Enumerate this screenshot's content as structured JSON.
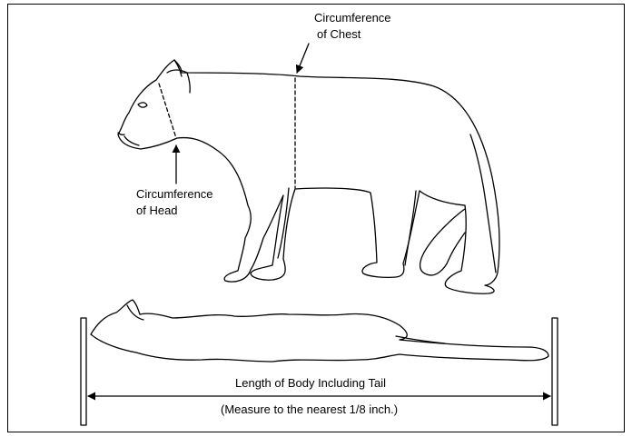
{
  "labels": {
    "chest_line1": "Circumference",
    "chest_line2": "of Chest",
    "head_line1": "Circumference",
    "head_line2": "of Head",
    "length": "Length of Body Including Tail",
    "note": "(Measure to the nearest 1/8 inch.)"
  }
}
